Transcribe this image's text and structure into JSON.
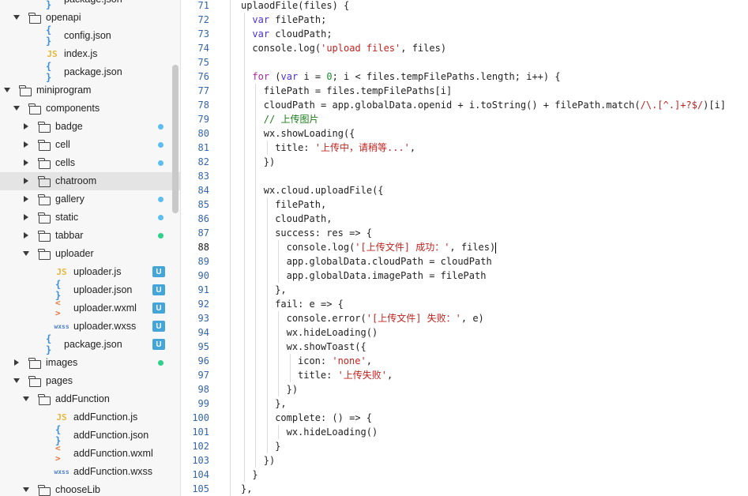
{
  "sidebar": {
    "rows": [
      {
        "depth": 2,
        "type": "json",
        "label": "package.json",
        "expanded": null,
        "badge": null
      },
      {
        "depth": 1,
        "type": "folder",
        "label": "openapi",
        "expanded": true,
        "badge": null
      },
      {
        "depth": 2,
        "type": "json",
        "label": "config.json",
        "expanded": null,
        "badge": null
      },
      {
        "depth": 2,
        "type": "js",
        "label": "index.js",
        "expanded": null,
        "badge": null
      },
      {
        "depth": 2,
        "type": "json",
        "label": "package.json",
        "expanded": null,
        "badge": null
      },
      {
        "depth": 0,
        "type": "folder",
        "label": "miniprogram",
        "expanded": true,
        "badge": null
      },
      {
        "depth": 1,
        "type": "folder",
        "label": "components",
        "expanded": true,
        "badge": null
      },
      {
        "depth": 2,
        "type": "folder",
        "label": "badge",
        "expanded": false,
        "badge": "dot-blue"
      },
      {
        "depth": 2,
        "type": "folder",
        "label": "cell",
        "expanded": false,
        "badge": "dot-blue"
      },
      {
        "depth": 2,
        "type": "folder",
        "label": "cells",
        "expanded": false,
        "badge": "dot-blue"
      },
      {
        "depth": 2,
        "type": "folder",
        "label": "chatroom",
        "expanded": false,
        "badge": null,
        "selected": true
      },
      {
        "depth": 2,
        "type": "folder",
        "label": "gallery",
        "expanded": false,
        "badge": "dot-blue"
      },
      {
        "depth": 2,
        "type": "folder",
        "label": "static",
        "expanded": false,
        "badge": "dot-blue"
      },
      {
        "depth": 2,
        "type": "folder",
        "label": "tabbar",
        "expanded": false,
        "badge": "dot-green"
      },
      {
        "depth": 2,
        "type": "folder",
        "label": "uploader",
        "expanded": true,
        "badge": null
      },
      {
        "depth": 3,
        "type": "js",
        "label": "uploader.js",
        "expanded": null,
        "badge": "U"
      },
      {
        "depth": 3,
        "type": "json",
        "label": "uploader.json",
        "expanded": null,
        "badge": "U"
      },
      {
        "depth": 3,
        "type": "wxml",
        "label": "uploader.wxml",
        "expanded": null,
        "badge": "U"
      },
      {
        "depth": 3,
        "type": "wxss",
        "label": "uploader.wxss",
        "expanded": null,
        "badge": "U"
      },
      {
        "depth": 2,
        "type": "json",
        "label": "package.json",
        "expanded": null,
        "badge": "U"
      },
      {
        "depth": 1,
        "type": "folder",
        "label": "images",
        "expanded": false,
        "badge": "dot-green"
      },
      {
        "depth": 1,
        "type": "folder",
        "label": "pages",
        "expanded": true,
        "badge": null
      },
      {
        "depth": 2,
        "type": "folder",
        "label": "addFunction",
        "expanded": true,
        "badge": null
      },
      {
        "depth": 3,
        "type": "js",
        "label": "addFunction.js",
        "expanded": null,
        "badge": null
      },
      {
        "depth": 3,
        "type": "json",
        "label": "addFunction.json",
        "expanded": null,
        "badge": null
      },
      {
        "depth": 3,
        "type": "wxml",
        "label": "addFunction.wxml",
        "expanded": null,
        "badge": null
      },
      {
        "depth": 3,
        "type": "wxss",
        "label": "addFunction.wxss",
        "expanded": null,
        "badge": null
      },
      {
        "depth": 2,
        "type": "folder",
        "label": "chooseLib",
        "expanded": true,
        "badge": null
      }
    ],
    "icon_glyphs": {
      "json": "{ }",
      "js": "JS",
      "wxml": "< >",
      "wxss": "wxss"
    },
    "badge_text": "U"
  },
  "editor": {
    "active_line": 88,
    "lines": [
      {
        "n": 71,
        "indent": 0,
        "tokens": [
          [
            "uplaodFile(files) {",
            ""
          ]
        ]
      },
      {
        "n": 72,
        "indent": 1,
        "tokens": [
          [
            "var",
            "kw2"
          ],
          [
            " filePath;",
            ""
          ]
        ]
      },
      {
        "n": 73,
        "indent": 1,
        "tokens": [
          [
            "var",
            "kw2"
          ],
          [
            " cloudPath;",
            ""
          ]
        ]
      },
      {
        "n": 74,
        "indent": 1,
        "tokens": [
          [
            "console.log(",
            ""
          ],
          [
            "'upload files'",
            "str"
          ],
          [
            ", files)",
            ""
          ]
        ]
      },
      {
        "n": 75,
        "indent": 0,
        "tokens": []
      },
      {
        "n": 76,
        "indent": 1,
        "tokens": [
          [
            "for",
            "kw"
          ],
          [
            " (",
            ""
          ],
          [
            "var",
            "kw2"
          ],
          [
            " i = ",
            ""
          ],
          [
            "0",
            "num"
          ],
          [
            "; i < files.tempFilePaths.length; i++) {",
            ""
          ]
        ]
      },
      {
        "n": 77,
        "indent": 2,
        "tokens": [
          [
            "filePath = files.tempFilePaths[i]",
            ""
          ]
        ]
      },
      {
        "n": 78,
        "indent": 2,
        "tokens": [
          [
            "cloudPath = app.globalData.openid + i.toString() + filePath.match(",
            ""
          ],
          [
            "/\\.[^.]+?$/",
            "str"
          ],
          [
            ")[i]",
            ""
          ]
        ]
      },
      {
        "n": 79,
        "indent": 2,
        "tokens": [
          [
            "// 上传图片",
            "cmt"
          ]
        ]
      },
      {
        "n": 80,
        "indent": 2,
        "tokens": [
          [
            "wx.showLoading({",
            ""
          ]
        ]
      },
      {
        "n": 81,
        "indent": 3,
        "tokens": [
          [
            "title: ",
            ""
          ],
          [
            "'上传中，请稍等...'",
            "str"
          ],
          [
            ",",
            ""
          ]
        ]
      },
      {
        "n": 82,
        "indent": 2,
        "tokens": [
          [
            "})",
            ""
          ]
        ]
      },
      {
        "n": 83,
        "indent": 0,
        "tokens": []
      },
      {
        "n": 84,
        "indent": 2,
        "tokens": [
          [
            "wx.cloud.uploadFile({",
            ""
          ]
        ]
      },
      {
        "n": 85,
        "indent": 3,
        "tokens": [
          [
            "filePath,",
            ""
          ]
        ]
      },
      {
        "n": 86,
        "indent": 3,
        "tokens": [
          [
            "cloudPath,",
            ""
          ]
        ]
      },
      {
        "n": 87,
        "indent": 3,
        "tokens": [
          [
            "success: res => {",
            ""
          ]
        ]
      },
      {
        "n": 88,
        "indent": 4,
        "tokens": [
          [
            "console.log(",
            ""
          ],
          [
            "'[上传文件] 成功：'",
            "str"
          ],
          [
            ", files)",
            ""
          ]
        ]
      },
      {
        "n": 89,
        "indent": 4,
        "tokens": [
          [
            "app.globalData.cloudPath = cloudPath",
            ""
          ]
        ]
      },
      {
        "n": 90,
        "indent": 4,
        "tokens": [
          [
            "app.globalData.imagePath = filePath",
            ""
          ]
        ]
      },
      {
        "n": 91,
        "indent": 3,
        "tokens": [
          [
            "},",
            ""
          ]
        ]
      },
      {
        "n": 92,
        "indent": 3,
        "tokens": [
          [
            "fail: e => {",
            ""
          ]
        ]
      },
      {
        "n": 93,
        "indent": 4,
        "tokens": [
          [
            "console.error(",
            ""
          ],
          [
            "'[上传文件] 失败：'",
            "str"
          ],
          [
            ", e)",
            ""
          ]
        ]
      },
      {
        "n": 94,
        "indent": 4,
        "tokens": [
          [
            "wx.hideLoading()",
            ""
          ]
        ]
      },
      {
        "n": 95,
        "indent": 4,
        "tokens": [
          [
            "wx.showToast({",
            ""
          ]
        ]
      },
      {
        "n": 96,
        "indent": 5,
        "tokens": [
          [
            "icon: ",
            ""
          ],
          [
            "'none'",
            "str"
          ],
          [
            ",",
            ""
          ]
        ]
      },
      {
        "n": 97,
        "indent": 5,
        "tokens": [
          [
            "title: ",
            ""
          ],
          [
            "'上传失败'",
            "str"
          ],
          [
            ",",
            ""
          ]
        ]
      },
      {
        "n": 98,
        "indent": 4,
        "tokens": [
          [
            "})",
            ""
          ]
        ]
      },
      {
        "n": 99,
        "indent": 3,
        "tokens": [
          [
            "},",
            ""
          ]
        ]
      },
      {
        "n": 100,
        "indent": 3,
        "tokens": [
          [
            "complete: () => {",
            ""
          ]
        ]
      },
      {
        "n": 101,
        "indent": 4,
        "tokens": [
          [
            "wx.hideLoading()",
            ""
          ]
        ]
      },
      {
        "n": 102,
        "indent": 3,
        "tokens": [
          [
            "}",
            ""
          ]
        ]
      },
      {
        "n": 103,
        "indent": 2,
        "tokens": [
          [
            "})",
            ""
          ]
        ]
      },
      {
        "n": 104,
        "indent": 1,
        "tokens": [
          [
            "}",
            ""
          ]
        ]
      },
      {
        "n": 105,
        "indent": 0,
        "tokens": [
          [
            "},",
            ""
          ]
        ]
      }
    ]
  },
  "colors": {
    "keyword": "#a626a4",
    "declaration": "#4a30d9",
    "string": "#c0231f",
    "number": "#1c8a2e",
    "comment": "#1a7c1a",
    "line_number": "#3565a8",
    "badge_u": "#44a5d9",
    "dot_blue": "#5bbdf0",
    "dot_green": "#2ed08a"
  }
}
